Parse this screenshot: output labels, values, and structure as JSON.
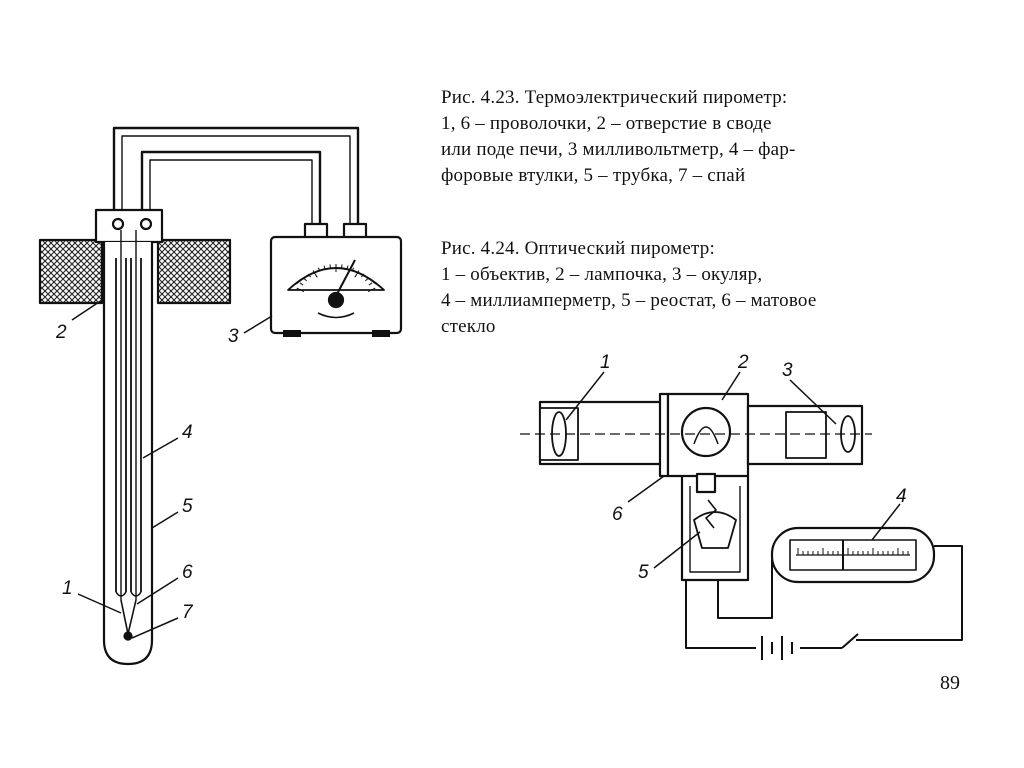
{
  "figure_423": {
    "caption_title": "Рис. 4.23. Термоэлектрический пирометр:",
    "caption_lines": [
      "1, 6 – проволочки, 2 – отверстие в своде",
      "или поде печи, 3  милливольтметр, 4 – фар-",
      "форовые втулки, 5 – трубка, 7 – спай"
    ],
    "labels": [
      "2",
      "3",
      "4",
      "5",
      "1",
      "6",
      "7"
    ]
  },
  "figure_424": {
    "caption_title": "Рис. 4.24. Оптический пирометр:",
    "caption_lines": [
      "1 – объектив, 2 – лампочка, 3 – окуляр,",
      "4 – миллиамперметр, 5 – реостат, 6 – матовое",
      "стекло"
    ],
    "labels": [
      "1",
      "2",
      "3",
      "4",
      "5",
      "6"
    ]
  },
  "page_number": "89"
}
